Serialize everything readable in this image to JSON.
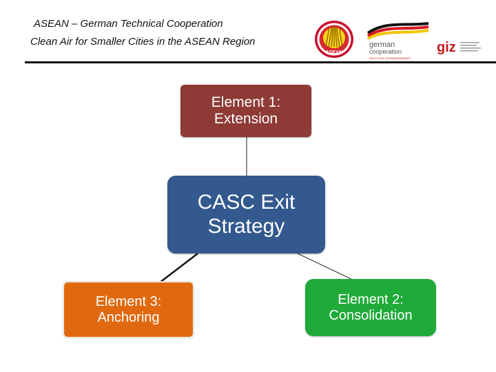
{
  "header": {
    "line1": "ASEAN – German Technical Cooperation",
    "line2": "Clean Air for Smaller Cities in the ASEAN Region"
  },
  "logos": {
    "asean": {
      "icon": "asean-emblem-icon",
      "text": "ASEAN"
    },
    "german_cooperation": {
      "icon": "german-cooperation-logo",
      "line1": "german",
      "line2": "cooperation",
      "line3": "DEUTSCHE ZUSAMMENARBEIT"
    },
    "giz": {
      "icon": "giz-logo",
      "text": "giz"
    }
  },
  "diagram": {
    "center": {
      "line1": "CASC Exit",
      "line2": "Strategy",
      "color": "#33598e"
    },
    "element1": {
      "line1": "Element 1:",
      "line2": "Extension",
      "color": "#8e3a36"
    },
    "element2": {
      "line1": "Element 2:",
      "line2": "Consolidation",
      "color": "#1faa39"
    },
    "element3": {
      "line1": "Element 3:",
      "line2": "Anchoring",
      "color": "#e0690f"
    }
  }
}
